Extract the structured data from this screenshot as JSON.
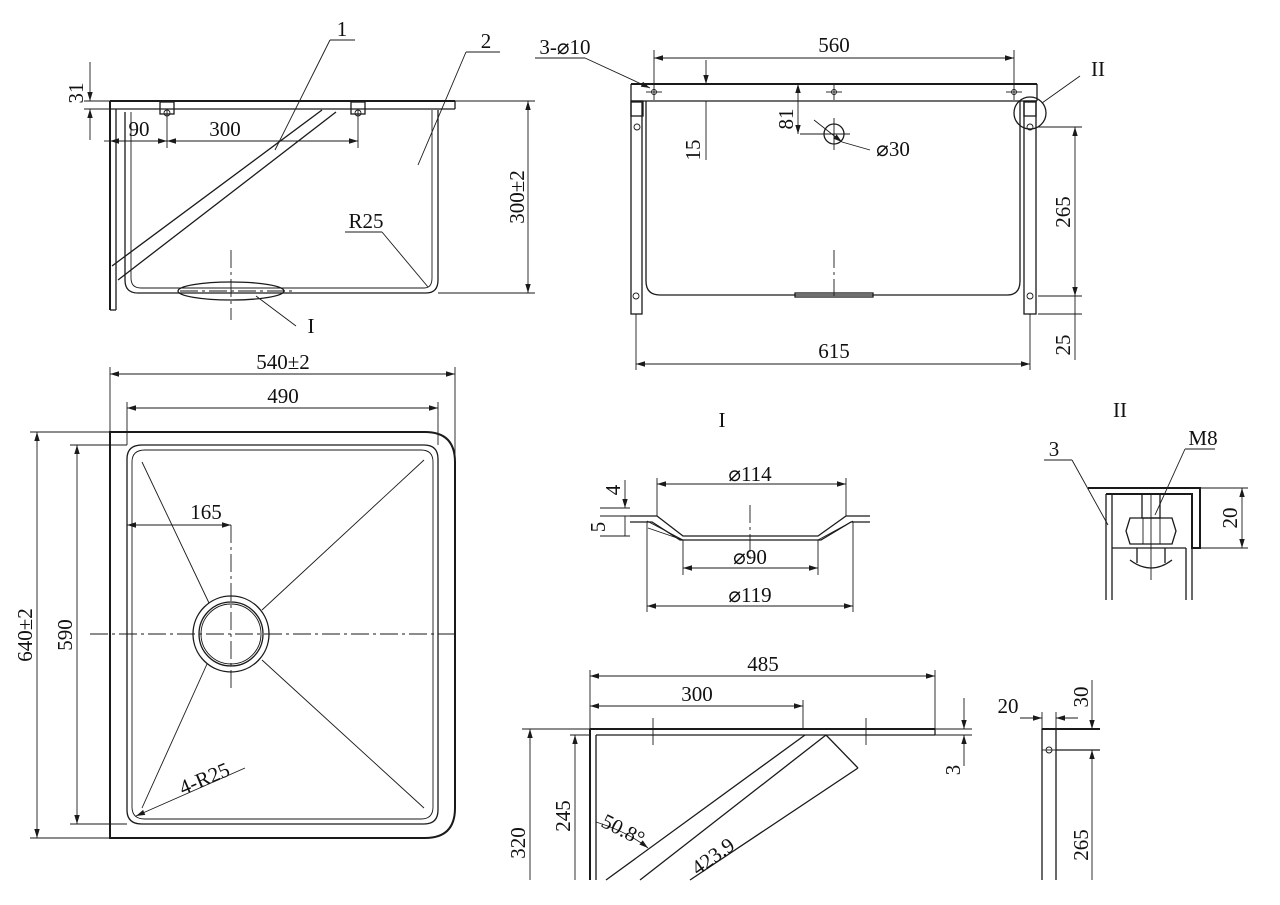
{
  "side_view": {
    "callout_1": "1",
    "callout_2": "2",
    "callout_I": "I",
    "dim_31": "31",
    "dim_90": "90",
    "dim_300": "300",
    "dim_300_2": "300±2",
    "dim_r25": "R25"
  },
  "front_view": {
    "holes": "3-⌀10",
    "dim_560": "560",
    "detail_II": "II",
    "dim_15": "15",
    "dim_81": "81",
    "dim_d30": "⌀30",
    "dim_265": "265",
    "dim_25": "25",
    "dim_615": "615"
  },
  "plan_view": {
    "dim_540": "540±2",
    "dim_490": "490",
    "dim_165": "165",
    "dim_640": "640±2",
    "dim_590": "590",
    "dim_4r25": "4-R25"
  },
  "detail_i": {
    "title": "I",
    "dim_d114": "⌀114",
    "dim_4": "4",
    "dim_5": "5",
    "dim_d90": "⌀90",
    "dim_d119": "⌀119"
  },
  "detail_ii": {
    "title": "II",
    "dim_m8": "M8",
    "callout_3": "3",
    "dim_20": "20"
  },
  "bracket_view": {
    "dim_485": "485",
    "dim_300": "300",
    "dim_3": "3",
    "dim_320": "320",
    "dim_245": "245",
    "angle": "50.8°",
    "diag": "423.9"
  },
  "leg_view": {
    "dim_20": "20",
    "dim_30": "30",
    "dim_265": "265"
  }
}
